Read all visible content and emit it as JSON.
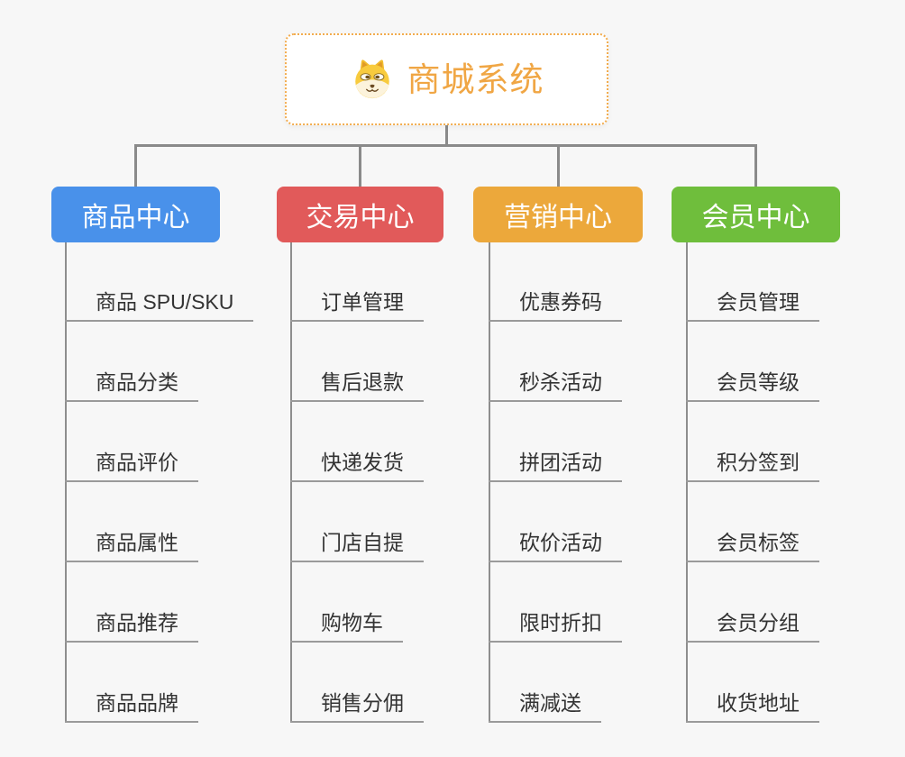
{
  "page": {
    "background": "#f7f7f7",
    "connector_color": "#8a8a8a",
    "subline_color": "#9a9a9a",
    "item_text_color": "#333333"
  },
  "root": {
    "label": "商城系统",
    "icon": "dog-face-icon",
    "text_color": "#F0A644",
    "border_color": "#F2AC4E"
  },
  "branches": [
    {
      "label": "商品中心",
      "color": "#4991EA",
      "children": [
        "商品 SPU/SKU",
        "商品分类",
        "商品评价",
        "商品属性",
        "商品推荐",
        "商品品牌"
      ]
    },
    {
      "label": "交易中心",
      "color": "#E15A5A",
      "children": [
        "订单管理",
        "售后退款",
        "快递发货",
        "门店自提",
        "购物车",
        "销售分佣"
      ]
    },
    {
      "label": "营销中心",
      "color": "#ECA83B",
      "children": [
        "优惠券码",
        "秒杀活动",
        "拼团活动",
        "砍价活动",
        "限时折扣",
        "满减送"
      ]
    },
    {
      "label": "会员中心",
      "color": "#6FBE3C",
      "children": [
        "会员管理",
        "会员等级",
        "积分签到",
        "会员标签",
        "会员分组",
        "收货地址"
      ]
    }
  ]
}
